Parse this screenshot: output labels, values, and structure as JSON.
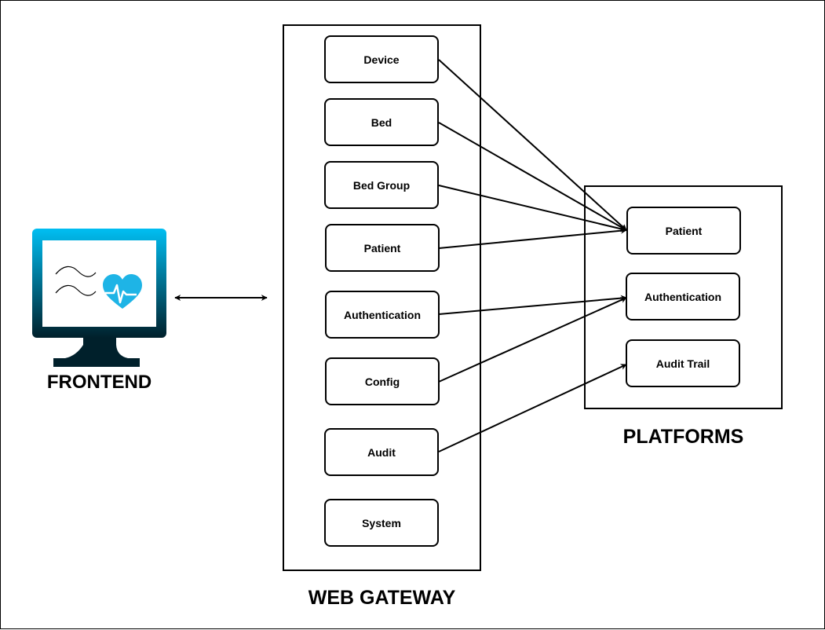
{
  "frontend": {
    "label": "FRONTEND",
    "icon": "heart-monitor-icon",
    "colors": {
      "screen_top": "#00BEF2",
      "screen_bottom": "#00202B",
      "heart": "#1EB4E6"
    }
  },
  "gateway": {
    "label": "WEB GATEWAY",
    "services": [
      "Device",
      "Bed",
      "Bed Group",
      "Patient",
      "Authentication",
      "Config",
      "Audit",
      "System"
    ]
  },
  "platforms": {
    "label": "PLATFORMS",
    "services": [
      "Patient",
      "Authentication",
      "Audit Trail"
    ]
  },
  "connections": [
    {
      "from": "Device",
      "to": "Patient"
    },
    {
      "from": "Bed",
      "to": "Patient"
    },
    {
      "from": "Bed Group",
      "to": "Patient"
    },
    {
      "from": "Patient",
      "to": "Patient"
    },
    {
      "from": "Authentication",
      "to": "Authentication"
    },
    {
      "from": "Config",
      "to": "Authentication"
    },
    {
      "from": "Audit",
      "to": "Audit Trail"
    },
    {
      "from": "FRONTEND",
      "to": "WEB GATEWAY",
      "bidirectional": true
    }
  ]
}
